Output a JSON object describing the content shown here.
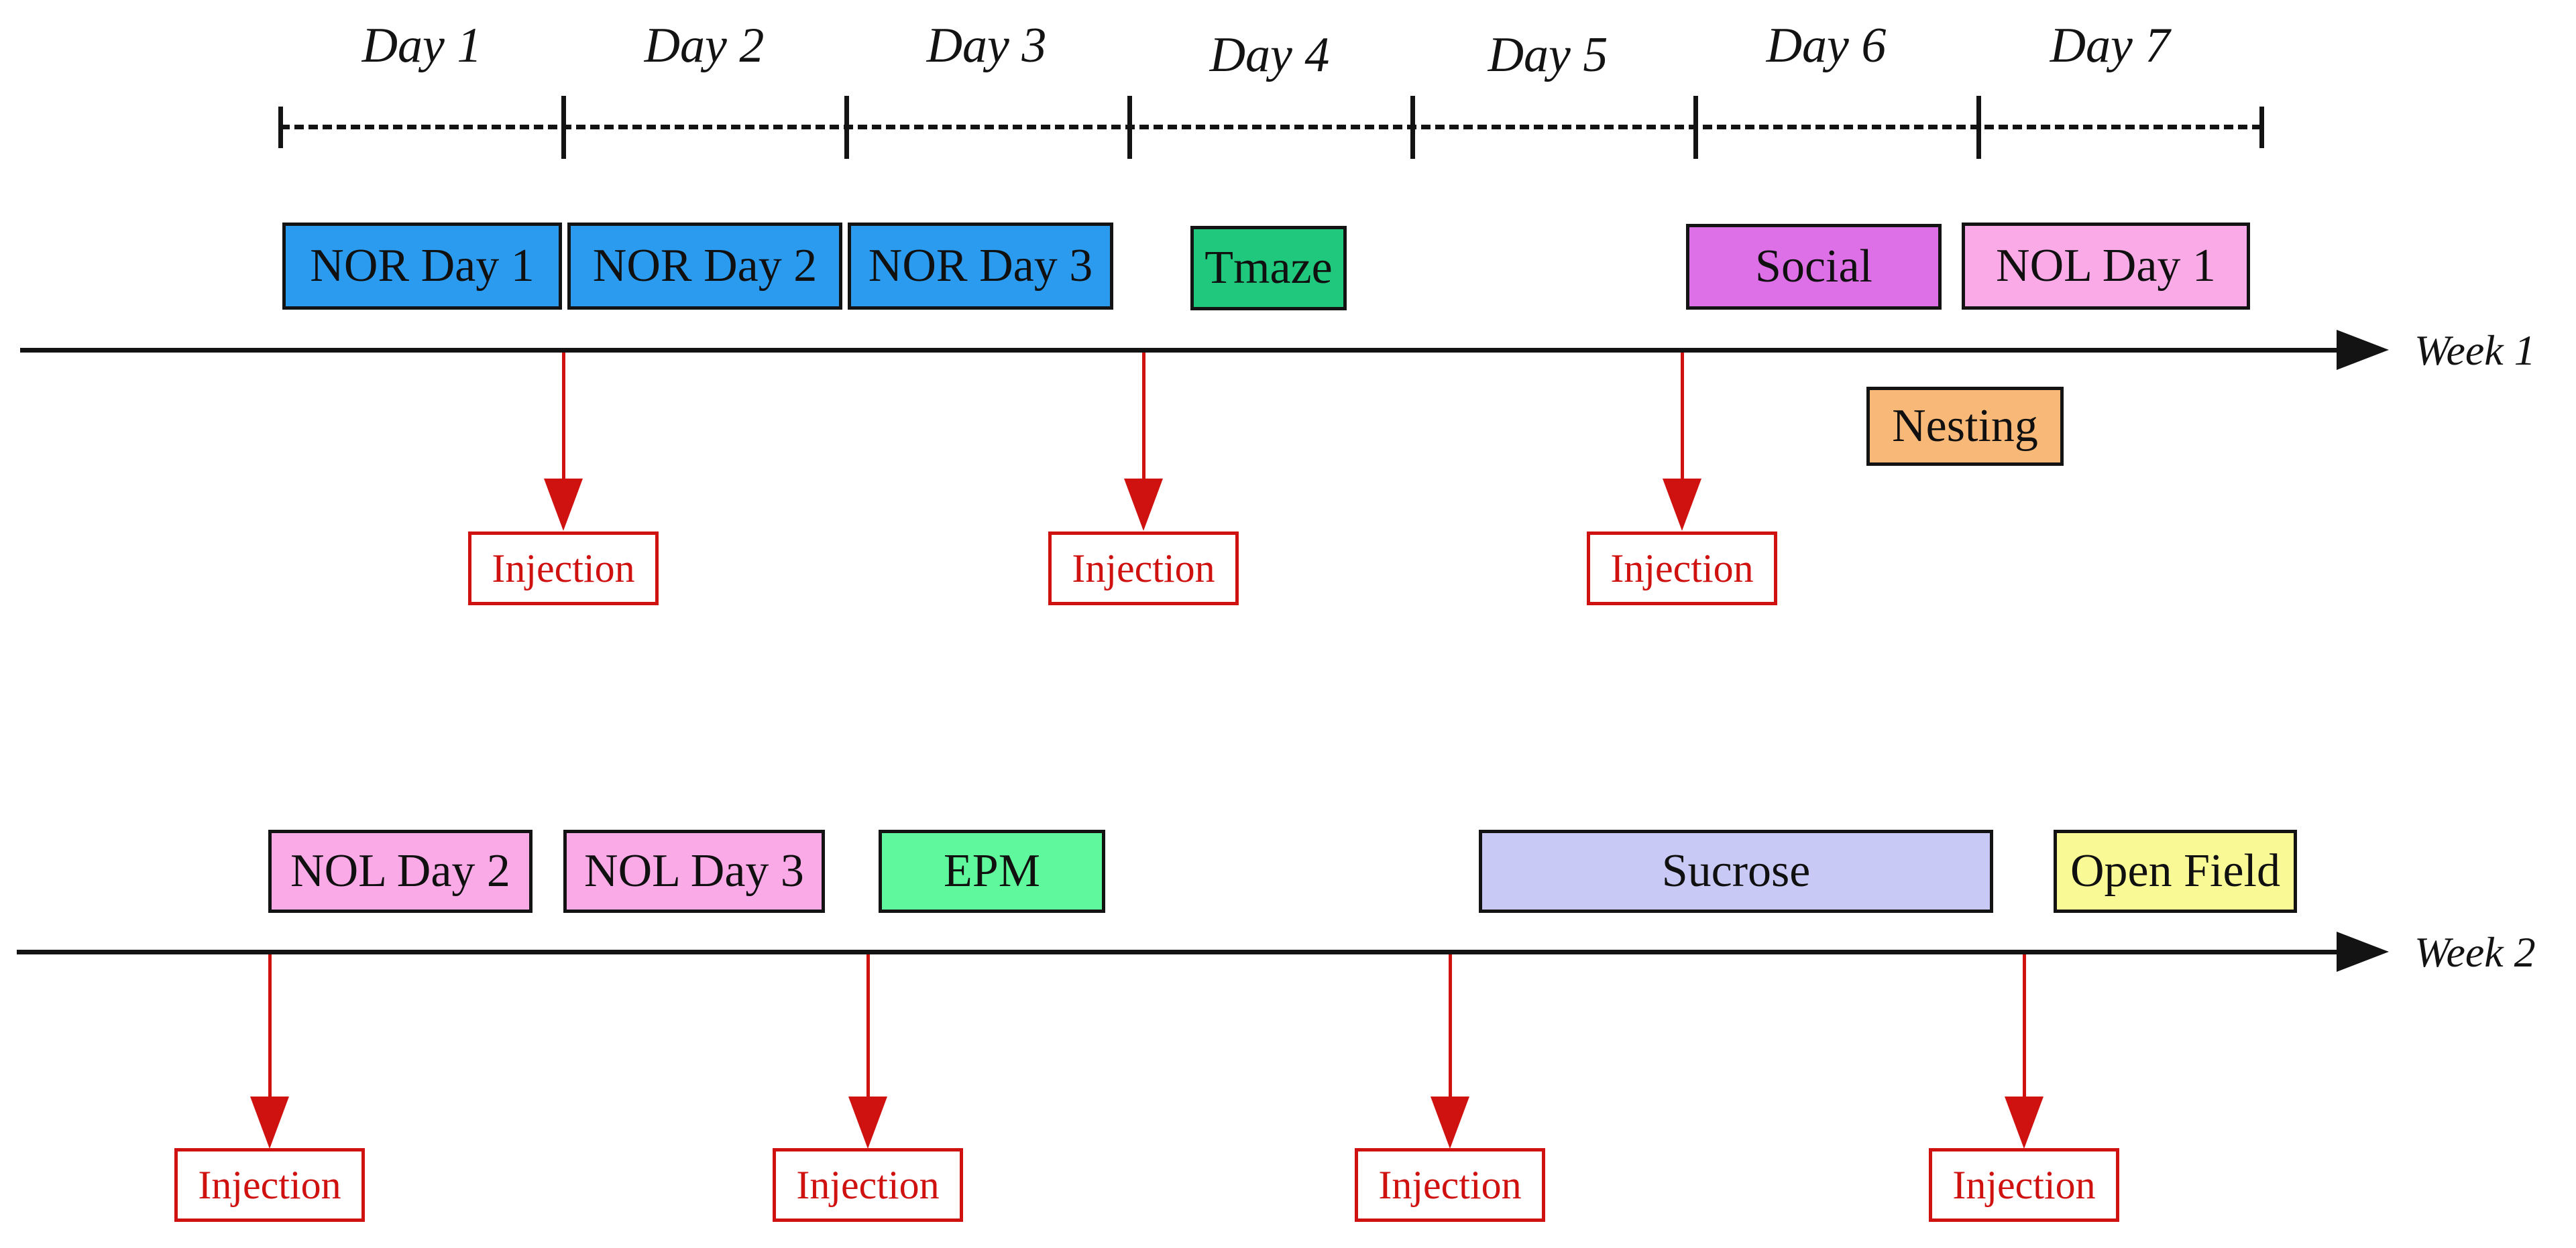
{
  "diagram": {
    "days": [
      "Day 1",
      "Day 2",
      "Day 3",
      "Day 4",
      "Day 5",
      "Day 6",
      "Day 7"
    ],
    "week1": {
      "axis_label": "Week 1",
      "events": [
        {
          "label": "NOR Day 1",
          "color": "#2B9BF0"
        },
        {
          "label": "NOR Day 2",
          "color": "#2B9BF0"
        },
        {
          "label": "NOR Day 3",
          "color": "#2B9BF0"
        },
        {
          "label": "Tmaze",
          "color": "#1FC87C"
        },
        {
          "label": "Social",
          "color": "#DD70E6"
        },
        {
          "label": "NOL Day 1",
          "color": "#FBAAE8"
        },
        {
          "label": "Nesting",
          "color": "#F8B877"
        }
      ],
      "injections": [
        {
          "label": "Injection"
        },
        {
          "label": "Injection"
        },
        {
          "label": "Injection"
        }
      ]
    },
    "week2": {
      "axis_label": "Week 2",
      "events": [
        {
          "label": "NOL Day 2",
          "color": "#FBAAE8"
        },
        {
          "label": "NOL Day 3",
          "color": "#FBAAE8"
        },
        {
          "label": "EPM",
          "color": "#60F89C"
        },
        {
          "label": "Sucrose",
          "color": "#C9C9F5"
        },
        {
          "label": "Open Field",
          "color": "#F9F995"
        }
      ],
      "injections": [
        {
          "label": "Injection"
        },
        {
          "label": "Injection"
        },
        {
          "label": "Injection"
        },
        {
          "label": "Injection"
        }
      ]
    },
    "colors": {
      "injection_red": "#CF1110",
      "axis_black": "#131313",
      "nor_blue": "#2B9BF0",
      "tmaze_green": "#1FC87C",
      "social_magenta": "#DD70E6",
      "nol_pink": "#FBAAE8",
      "nesting_orange": "#F8B877",
      "epm_green": "#60F89C",
      "sucrose_lavender": "#C9C9F5",
      "open_field_yellow": "#F9F995"
    }
  }
}
